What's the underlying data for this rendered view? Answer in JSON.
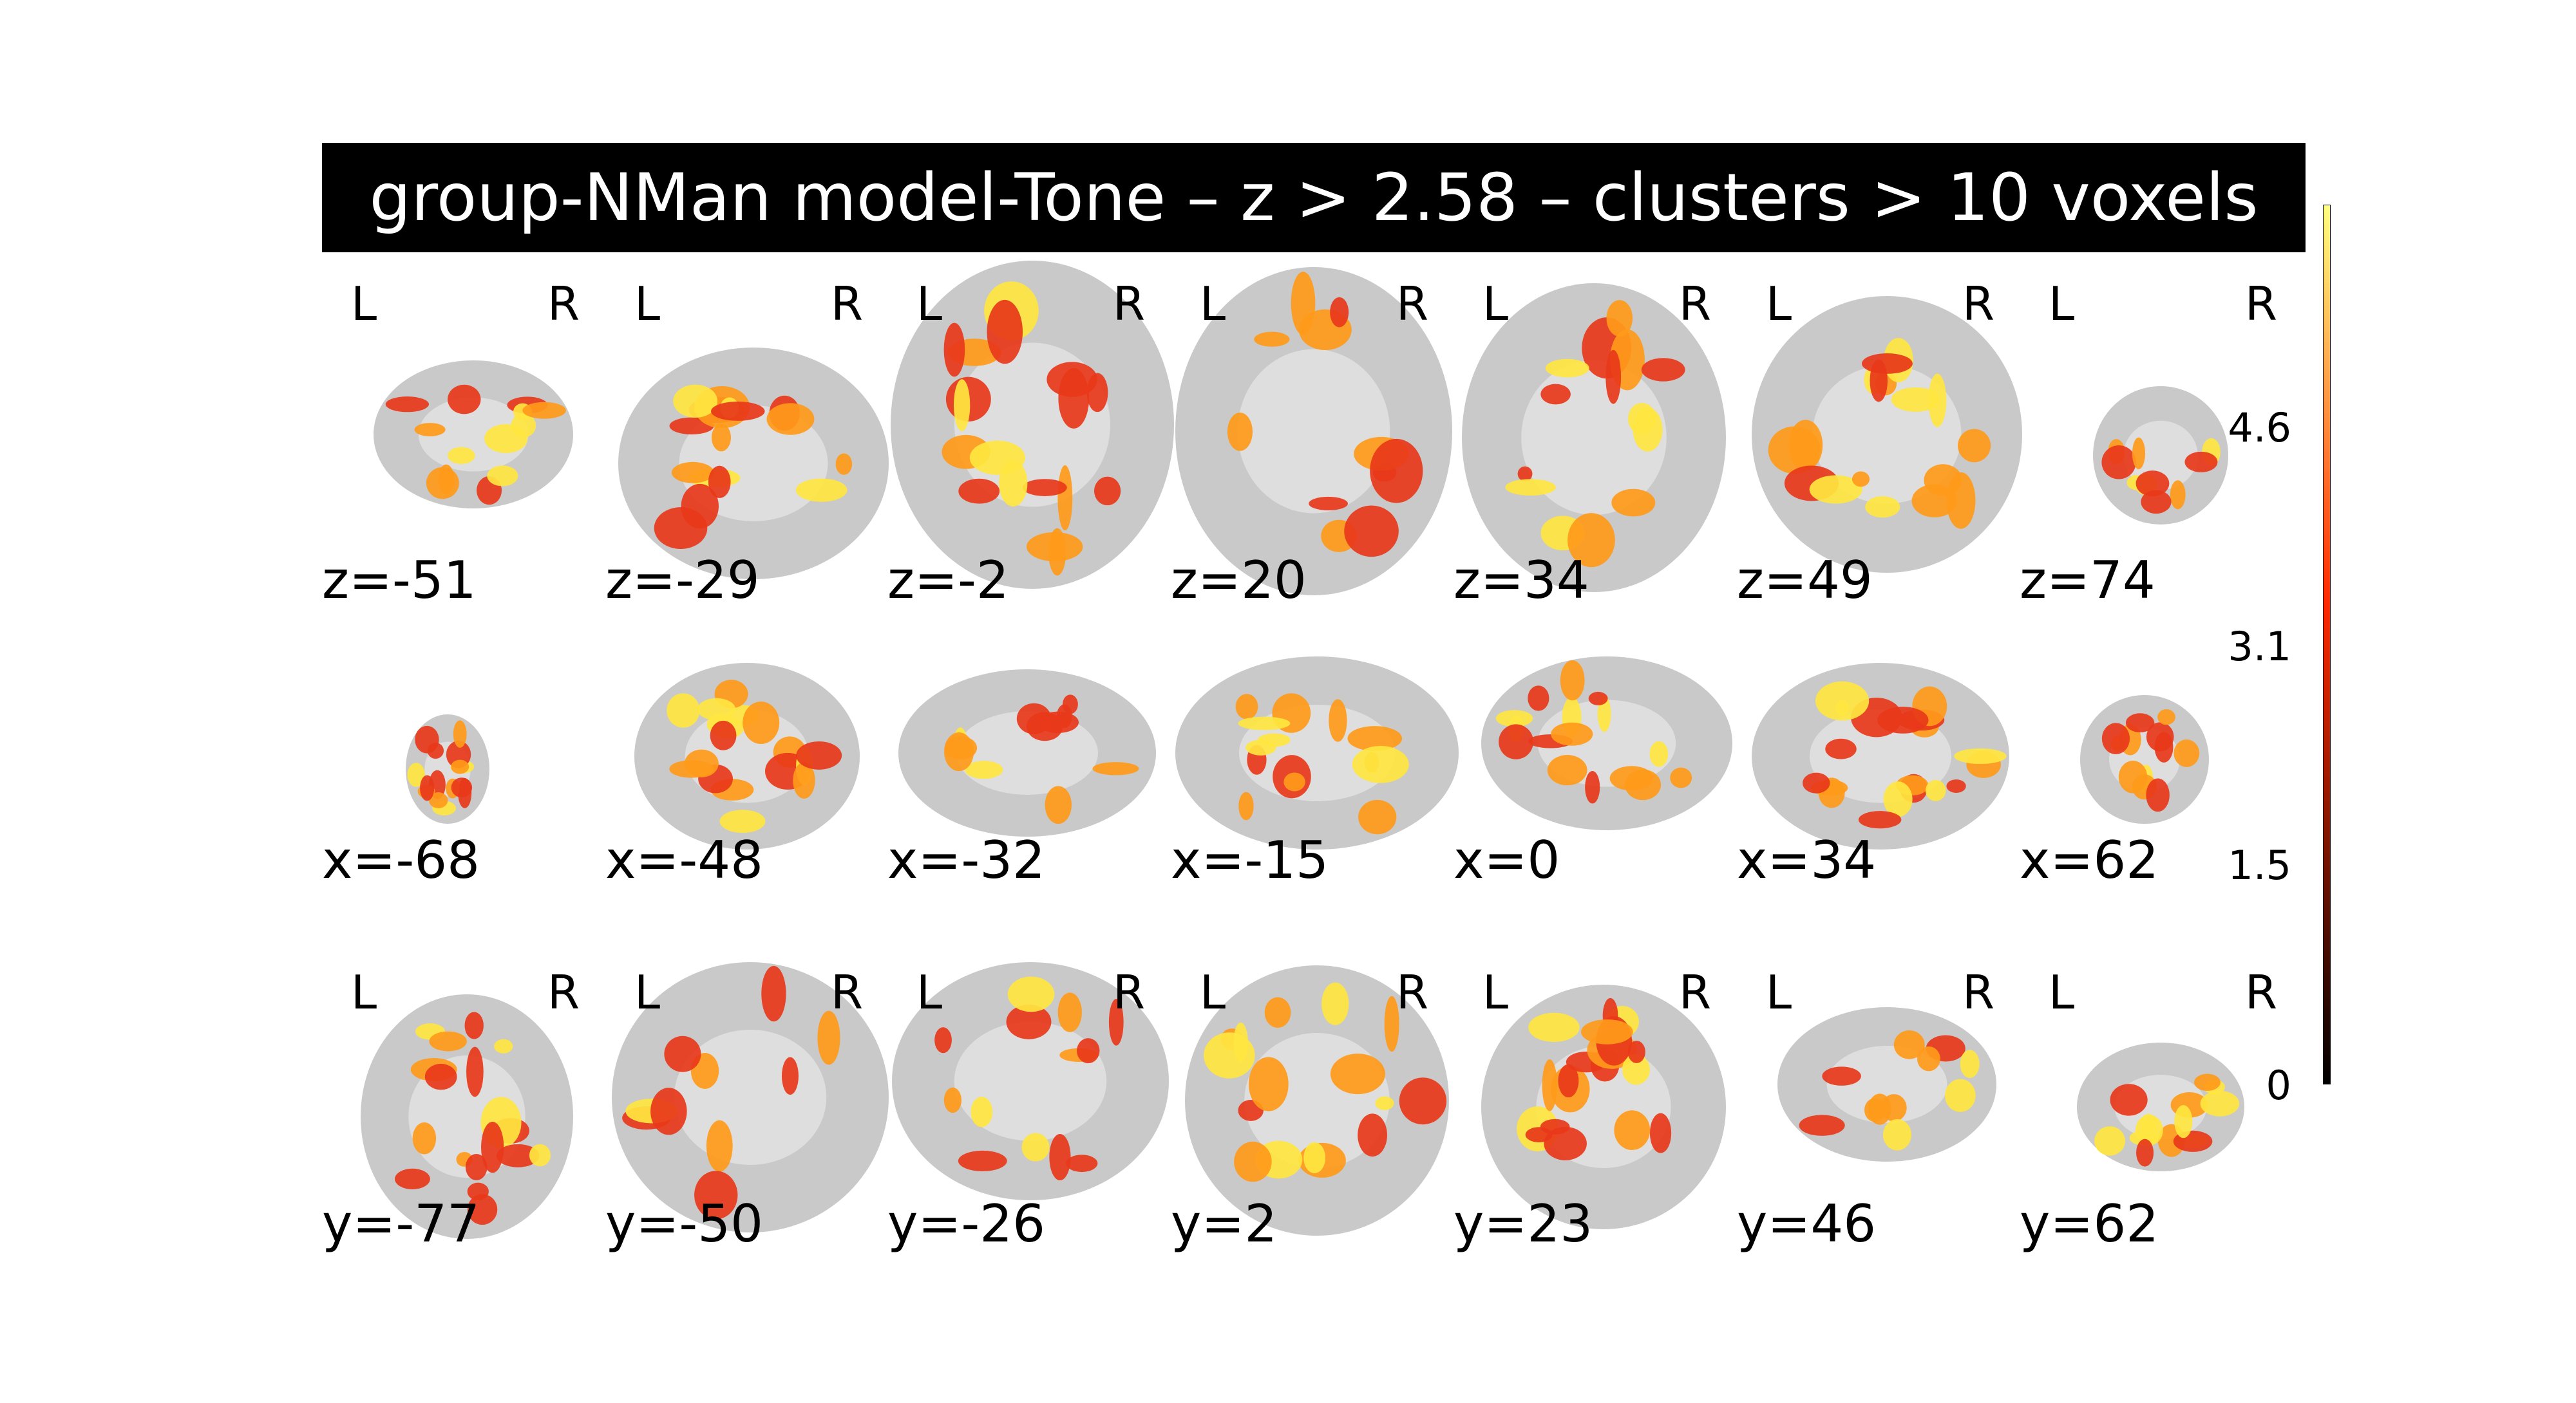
{
  "title": "group-NMan model-Tone – z > 2.58 – clusters > 10 voxels",
  "orientation": {
    "left": "L",
    "right": "R"
  },
  "rows": [
    {
      "plane": "axial",
      "slices": [
        "z=-51",
        "z=-29",
        "z=-2",
        "z=20",
        "z=34",
        "z=49",
        "z=74"
      ]
    },
    {
      "plane": "sagittal",
      "slices": [
        "x=-68",
        "x=-48",
        "x=-32",
        "x=-15",
        "x=0",
        "x=34",
        "x=62"
      ]
    },
    {
      "plane": "coronal",
      "slices": [
        "y=-77",
        "y=-50",
        "y=-26",
        "y=2",
        "y=23",
        "y=46",
        "y=62"
      ]
    }
  ],
  "colorbar": {
    "colormap": "hot",
    "ticks": [
      "4.6",
      "3.1",
      "1.5",
      "0"
    ],
    "colors": {
      "low": "#000000",
      "mid": "#ff2a00",
      "high": "#ffff80"
    }
  },
  "colors": {
    "brain": "#c9c9c9",
    "activation_red": "#e8381a",
    "activation_orange": "#ff9a1a",
    "activation_yellow": "#ffe640"
  }
}
